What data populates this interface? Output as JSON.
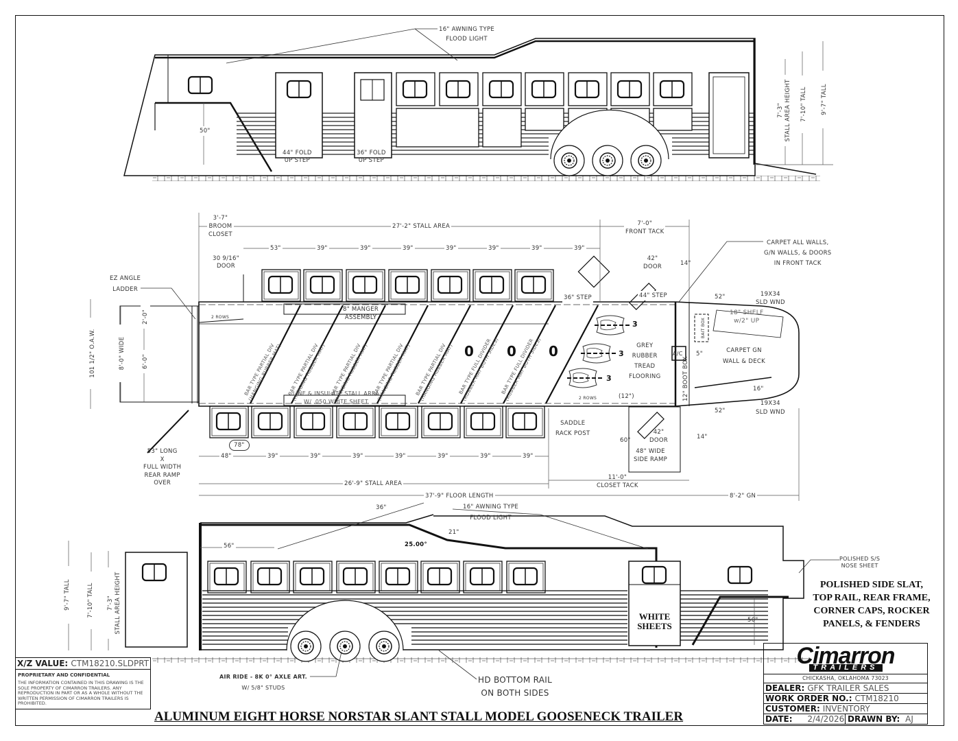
{
  "drawing": {
    "title": "ALUMINUM EIGHT HORSE NORSTAR SLANT STALL MODEL GOOSENECK TRAILER",
    "file_info": {
      "label": "X/Z VALUE:",
      "file": "CTM18210.SLDPRT"
    },
    "proprietary": {
      "heading": "PROPRIETARY AND CONFIDENTIAL",
      "text": "THE INFORMATION CONTAINED IN THIS DRAWING IS THE SOLE PROPERTY OF CIMARRON TRAILERS. ANY REPRODUCTION IN PART OR AS A WHOLE WITHOUT THE WRITTEN PERMISSION OF CIMARRON TRAILERS IS PROHIBITED."
    },
    "title_block": {
      "brand": "Cimarron",
      "brand_sub": "TRAILERS",
      "city": "CHICKASHA, OKLAHOMA 73023",
      "dealer_label": "DEALER:",
      "dealer": "GFK TRAILER SALES",
      "work_order_label": "WORK ORDER NO.:",
      "work_order": "CTM18210",
      "customer_label": "CUSTOMER:",
      "customer": "INVENTORY",
      "date_label": "DATE:",
      "date": "2/4/2026",
      "drawn_by_label": "DRAWN BY:",
      "drawn_by": "AJ"
    }
  },
  "top_elevation": {
    "flood_light": [
      "16\" AWNING TYPE",
      "FLOOD LIGHT"
    ],
    "step_1": [
      "44\" FOLD",
      "UP STEP"
    ],
    "step_2": [
      "36\" FOLD",
      "UP STEP"
    ],
    "nose_height": "50\"",
    "stall_area_height": [
      "7'-3\"",
      "STALL AREA HEIGHT"
    ],
    "tall_1": "7'-10\" TALL",
    "tall_2": "9'-7\" TALL"
  },
  "plan_view": {
    "broom_closet": [
      "3'-7\"",
      "BROOM",
      "CLOSET"
    ],
    "door_width": [
      "30 9/16\"",
      "DOOR"
    ],
    "stall_area_top": "27'-2\" STALL AREA",
    "top_stall_widths": [
      "53\"",
      "39\"",
      "39\"",
      "39\"",
      "39\"",
      "39\"",
      "39\"",
      "39\""
    ],
    "front_tack": [
      "7'-0\"",
      "FRONT TACK"
    ],
    "carpet_note": [
      "CARPET ALL WALLS,",
      "G/N WALLS, & DOORS",
      "IN FRONT TACK"
    ],
    "front_door": [
      "42\"",
      "DOOR"
    ],
    "front_door_offset": "14\"",
    "front_step": "44\" STEP",
    "step_36": "36\" STEP",
    "window_top": [
      "19X34",
      "SLD WND"
    ],
    "window_top_dim": "52\"",
    "shelf": [
      "18\" SHELF",
      "w/2\" UP"
    ],
    "bait_box": "BAIT BOX",
    "carpet_gn": [
      "CARPET GN",
      "WALL & DECK"
    ],
    "ac": "A/C",
    "ac_dim": "5\"",
    "boot_box": "12\" BOOT BOX",
    "flooring": [
      "GREY",
      "RUBBER",
      "TREAD",
      "FLOORING"
    ],
    "saddle_count": "3",
    "rows_label": "2 ROWS",
    "dim_12": "(12\")",
    "dim_16": "16\"",
    "window_bottom": [
      "19X34",
      "SLD WND"
    ],
    "window_bottom_dim": "52\"",
    "ez_ladder": [
      "EZ ANGLE",
      "LADDER"
    ],
    "oaw": "101 1/2\" O.A.W.",
    "wide": "8'-0\" WIDE",
    "rear_2": "2'-0\"",
    "rear_6": "6'-0\"",
    "manger": [
      "8\" MANGER",
      "ASSEMBLY"
    ],
    "insulate": [
      "LINE & INSULATE STALL AREA",
      "W/ .050 WHITE SHEET"
    ],
    "dividers": [
      [
        "BAR TYPE PARTIAL DIV",
        "(HANGING RUBBER MAT)"
      ],
      [
        "BAR TYPE PARTIAL DIV",
        "(HANGING RUBBER MAT)"
      ],
      [
        "BAR TYPE PARTIAL DIV",
        "(HANGING RUBBER MAT)"
      ],
      [
        "BAR TYPE PARTIAL DIV",
        "(HANGING RUBBER MAT)"
      ],
      [
        "BAR TYPE PARTIAL DIV",
        "(HANGING RUBBER MAT)"
      ],
      [
        "BAR TYPE FULL DIVIDER",
        "(RUBBER MAT BOTH SIDES)"
      ],
      [
        "BAR TYPE FULL DIVIDER",
        "(RUBBER MAT BOTH SIDES)"
      ]
    ],
    "tie_rings": [
      "0",
      "0",
      "0"
    ],
    "saddle_rack": [
      "SADDLE",
      "RACK POST"
    ],
    "side_door": [
      "42\"",
      "DOOR"
    ],
    "side_door_offset": "14\"",
    "side_ramp": [
      "48\" WIDE",
      "SIDE RAMP"
    ],
    "side_ramp_depth": "60\"",
    "rear_ramp": [
      "53\" LONG",
      "X",
      "FULL WIDTH",
      "REAR RAMP",
      "OVER"
    ],
    "dim_78": "78\"",
    "bottom_stall_widths": [
      "48\"",
      "39\"",
      "39\"",
      "39\"",
      "39\"",
      "39\"",
      "39\"",
      "39\""
    ],
    "stall_area_bottom": "26'-9\" STALL AREA",
    "closet_tack": [
      "11'-0\"",
      "CLOSET TACK"
    ],
    "floor_length": "37'-9\" FLOOR LENGTH",
    "gn_length": "8'-2\" GN"
  },
  "bottom_elevation": {
    "dim_36": "36\"",
    "dim_56": "56\"",
    "dim_21": "21\"",
    "angle": "25.00°",
    "flood_light": [
      "16\" AWNING TYPE",
      "FLOOD LIGHT"
    ],
    "tall_1": "9'-7\" TALL",
    "tall_2": "7'-10\" TALL",
    "stall_area_height": [
      "7'-3\"",
      "STALL AREA HEIGHT"
    ],
    "nose_sheet": [
      "POLISHED S/S",
      "NOSE SHEET"
    ],
    "polished_note": [
      "POLISHED SIDE SLAT,",
      "TOP RAIL, REAR FRAME,",
      "CORNER CAPS, ROCKER",
      "PANELS, & FENDERS"
    ],
    "white_sheets": [
      "WHITE",
      "SHEETS"
    ],
    "nose_height": "50\"",
    "axle": [
      "AIR RIDE - 8K 0° AXLE ART.",
      "W/ 5/8\" STUDS"
    ],
    "bottom_rail": [
      "HD BOTTOM RAIL",
      "ON BOTH SIDES"
    ]
  }
}
